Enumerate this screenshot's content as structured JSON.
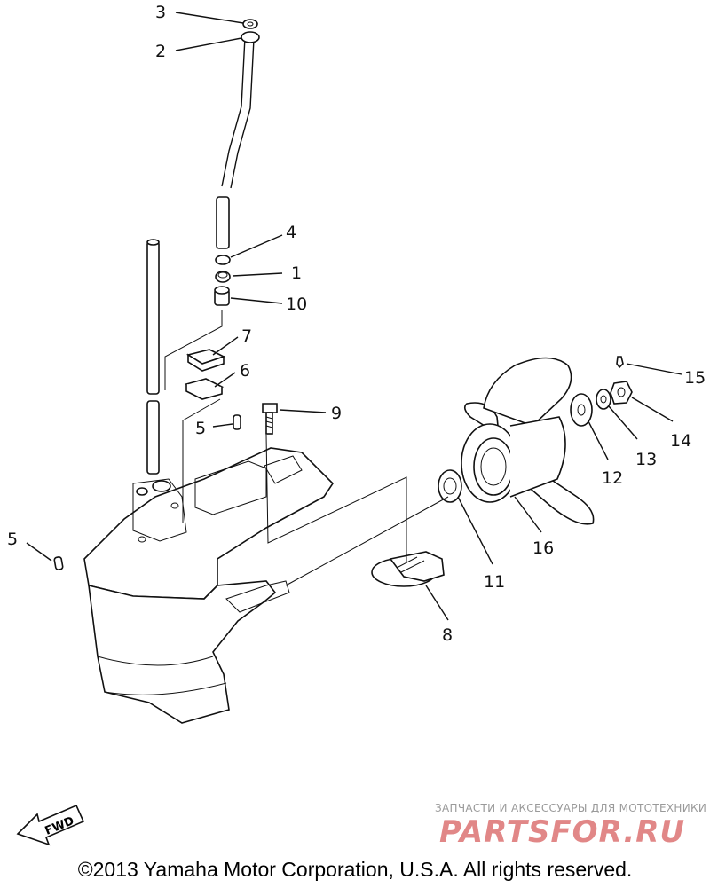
{
  "diagram": {
    "type": "exploded parts diagram",
    "callouts": {
      "c1": "1",
      "c2": "2",
      "c3": "3",
      "c4": "4",
      "c5a": "5",
      "c5b": "5",
      "c6": "6",
      "c7": "7",
      "c8": "8",
      "c9": "9",
      "c10": "10",
      "c11": "11",
      "c12": "12",
      "c13": "13",
      "c14": "14",
      "c15": "15",
      "c16": "16"
    },
    "fwd_label": "FWD"
  },
  "watermark": {
    "caption": "ЗАПЧАСТИ И АКСЕССУАРЫ ДЛЯ МОТОТЕХНИКИ",
    "logo_text": "PARTSFOR.RU"
  },
  "footer": {
    "copyright": "©2013 Yamaha Motor Corporation, U.S.A. All rights reserved."
  }
}
